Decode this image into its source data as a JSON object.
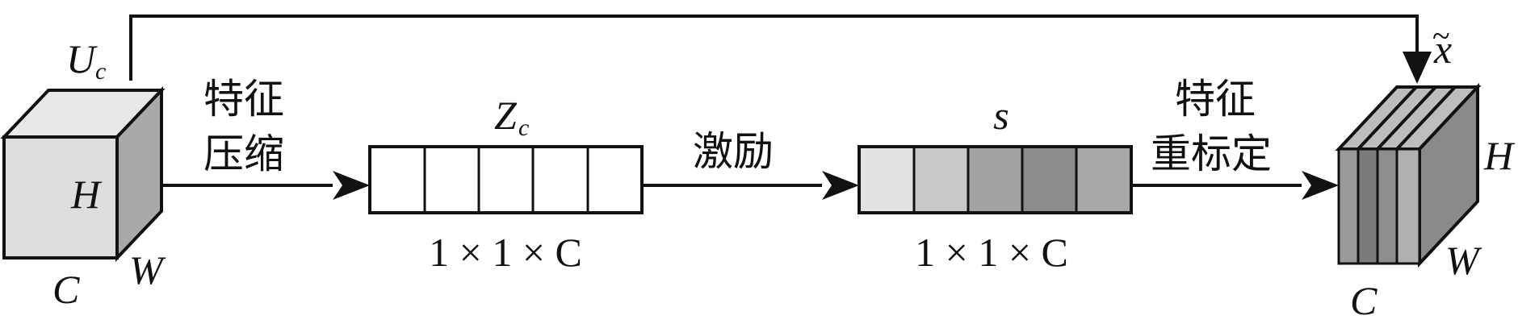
{
  "input_cube": {
    "label_u": "U",
    "label_u_sub": "c",
    "label_h": "H",
    "label_w": "W",
    "label_c": "C"
  },
  "squeeze": {
    "label_line1": "特征",
    "label_line2": "压缩"
  },
  "z_vector": {
    "label": "Z",
    "label_sub": "c",
    "dims": "1 × 1 × C",
    "cells": 5
  },
  "excitation": {
    "label": "激励"
  },
  "s_vector": {
    "label": "s",
    "dims": "1 × 1 × C",
    "cell_colors": [
      "#e2e2e2",
      "#c8c8c8",
      "#a2a2a2",
      "#8c8c8c",
      "#a8a8a8"
    ]
  },
  "reweight": {
    "label_line1": "特征",
    "label_line2": "重标定"
  },
  "output_block": {
    "label_x": "x",
    "label_tilde": "~",
    "label_h": "H",
    "label_w": "W",
    "label_c": "C"
  },
  "colors": {
    "stroke": "#111111",
    "cube_front": "#dedede",
    "cube_top": "#e8e8e8",
    "cube_side": "#a9a9a9",
    "out_front_base": "#8c8c8c",
    "out_top": "#bdbdbd",
    "out_side": "#8a8a8a"
  }
}
